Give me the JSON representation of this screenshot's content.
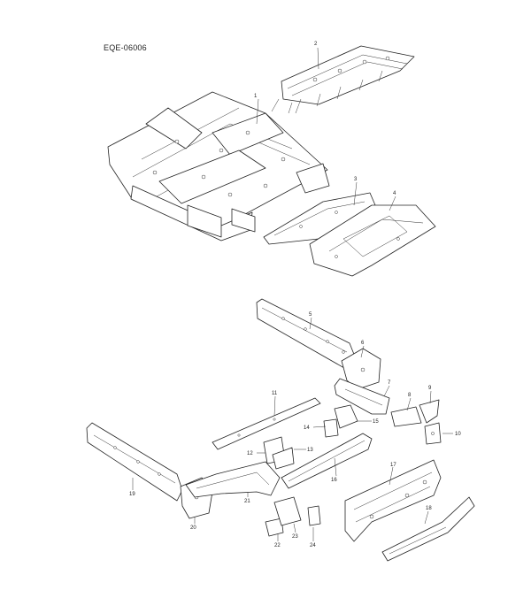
{
  "diagram": {
    "code": "EQE-06006",
    "callouts": [
      {
        "label": "1"
      },
      {
        "label": "2"
      },
      {
        "label": "3"
      },
      {
        "label": "4"
      },
      {
        "label": "5"
      },
      {
        "label": "6"
      },
      {
        "label": "7"
      },
      {
        "label": "8"
      },
      {
        "label": "9"
      },
      {
        "label": "10"
      },
      {
        "label": "11"
      },
      {
        "label": "12"
      },
      {
        "label": "13"
      },
      {
        "label": "14"
      },
      {
        "label": "15"
      },
      {
        "label": "16"
      },
      {
        "label": "17"
      },
      {
        "label": "18"
      },
      {
        "label": "19"
      },
      {
        "label": "20"
      },
      {
        "label": "21"
      },
      {
        "label": "22"
      },
      {
        "label": "23"
      },
      {
        "label": "24"
      }
    ]
  }
}
